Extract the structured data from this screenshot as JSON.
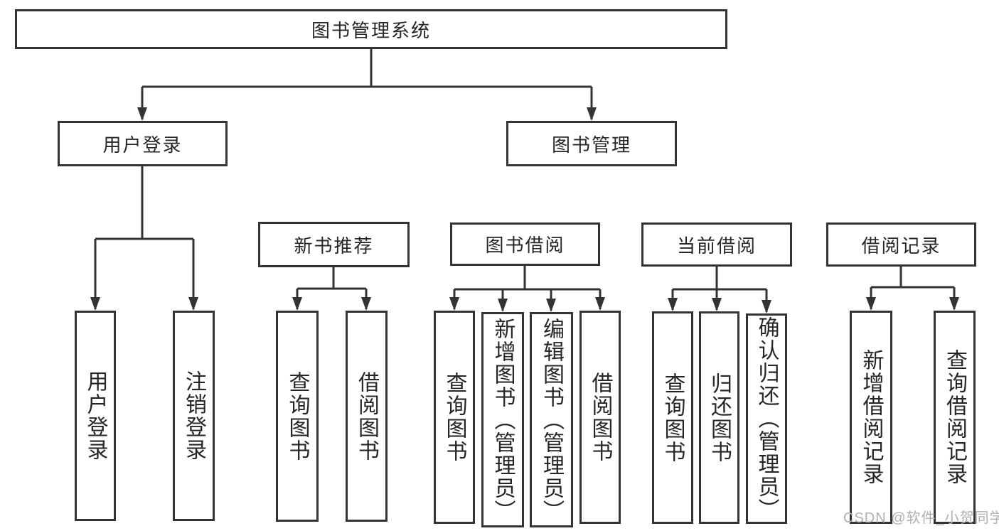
{
  "tree": {
    "root": "图书管理系统",
    "level2": [
      "用户登录",
      "图书管理"
    ],
    "level3": [
      "新书推荐",
      "图书借阅",
      "当前借阅",
      "借阅记录"
    ],
    "leaves_login": [
      "用户登录",
      "注销登录"
    ],
    "leaves_new_book": [
      "查询图书",
      "借阅图书"
    ],
    "leaves_book_borrow": [
      "查询图书",
      "新增图书（管理员）",
      "编辑图书（管理员）",
      "借阅图书"
    ],
    "leaves_current_borrow": [
      "查询图书",
      "归还图书",
      "确认归还（管理员）"
    ],
    "leaves_borrow_record": [
      "新增借阅记录",
      "查询借阅记录"
    ]
  },
  "watermark": "CSDN @软件_小贺同学",
  "colors": {
    "line": "#333333",
    "box_border": "#333333",
    "box_background": "#ffffff",
    "text": "#262626",
    "watermark": "#b0b0b0",
    "page_background": "#ffffff"
  }
}
